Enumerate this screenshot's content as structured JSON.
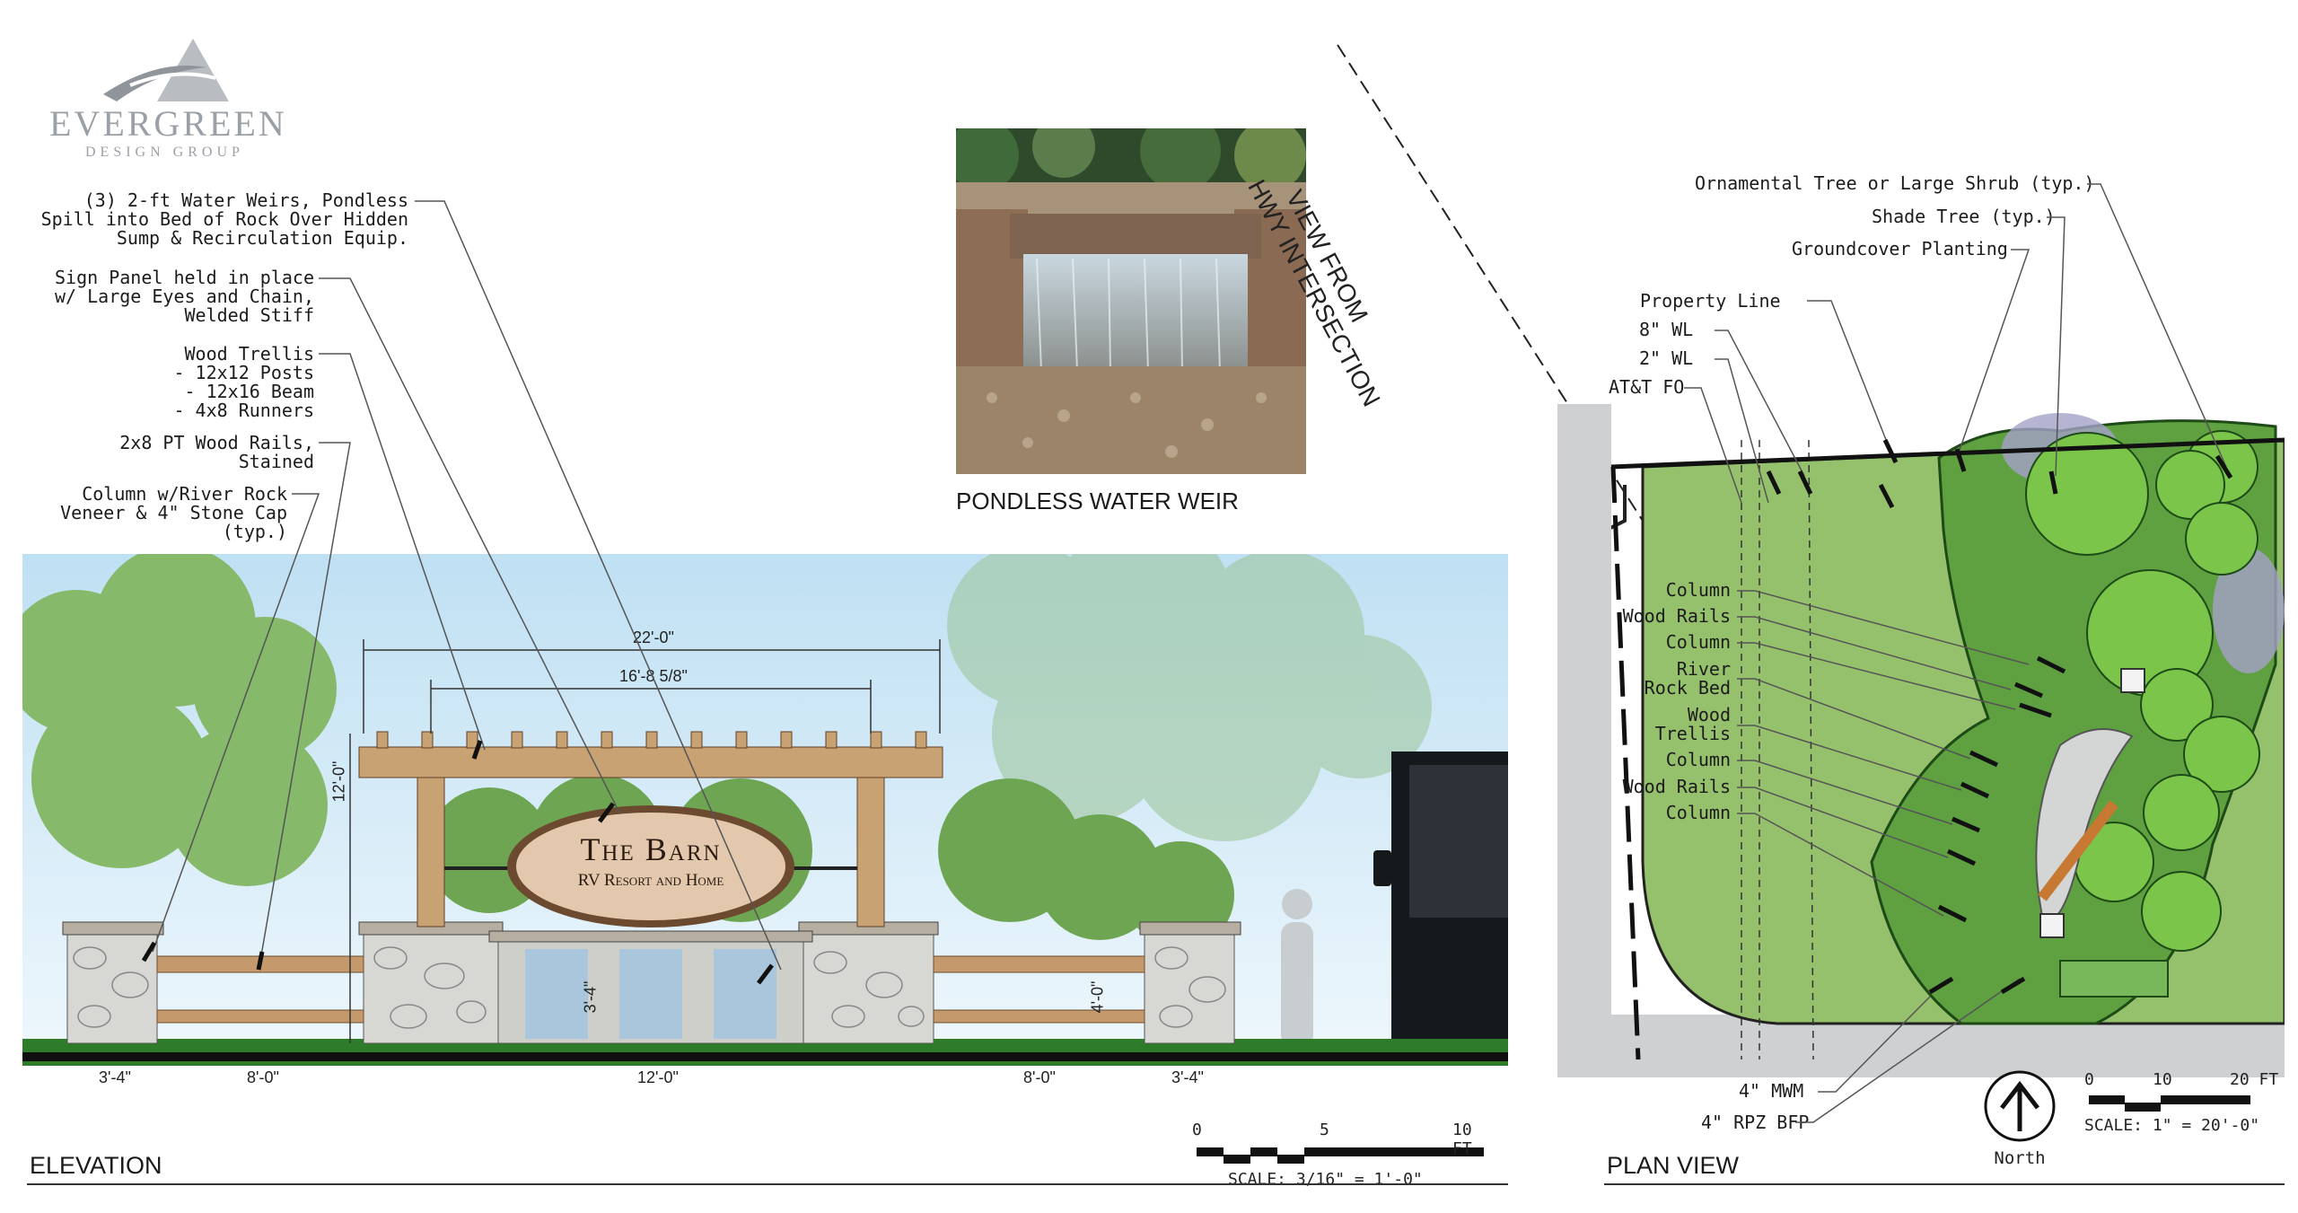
{
  "logo": {
    "name": "EVERGREEN",
    "sub": "DESIGN GROUP"
  },
  "photo": {
    "caption": "PONDLESS WATER WEIR"
  },
  "view_label": {
    "line1": "VIEW FROM",
    "line2": "HWY INTERSECTION"
  },
  "elevation": {
    "title": "ELEVATION",
    "notes": [
      "(3) 2-ft Water Weirs, Pondless\nSpill into Bed of Rock Over Hidden\nSump & Recirculation Equip.",
      "Sign Panel held in place\nw/ Large Eyes and Chain,\nWelded Stiff",
      "Wood Trellis\n- 12x12 Posts\n- 12x16 Beam\n- 4x8 Runners",
      "2x8 PT Wood Rails,\nStained",
      "Column w/River Rock\nVeneer & 4\" Stone Cap\n(typ.)"
    ],
    "sign": {
      "line1": "The Barn",
      "line2": "RV Resort and Home"
    },
    "dims": {
      "top1": "22'-0\"",
      "top2": "16'-8 5/8\"",
      "height": "12'-0\"",
      "weir": "3'-4\"",
      "rail": "4'-0\"",
      "bottom": [
        "3'-4\"",
        "8'-0\"",
        "12'-0\"",
        "8'-0\"",
        "3'-4\""
      ]
    },
    "scale": {
      "ticks": [
        "0",
        "5",
        "10 FT"
      ],
      "text": "SCALE: 3/16\" = 1'-0\""
    }
  },
  "plan": {
    "title": "PLAN VIEW",
    "notes_top": [
      "Ornamental Tree or Large Shrub (typ.)",
      "Shade Tree (typ.)",
      "Groundcover Planting",
      "Property Line",
      "8\" WL",
      "2\" WL",
      "AT&T FO"
    ],
    "notes_left": [
      "Column",
      "Wood Rails",
      "Column",
      "River\nRock Bed",
      "Wood\nTrellis",
      "Column",
      "Wood Rails",
      "Column"
    ],
    "notes_bottom": [
      "4\" MWM",
      "4\" RPZ BFP"
    ],
    "north": "North",
    "scale": {
      "ticks": [
        "0",
        "10",
        "20 FT"
      ],
      "text": "SCALE: 1\" = 20'-0\""
    }
  }
}
